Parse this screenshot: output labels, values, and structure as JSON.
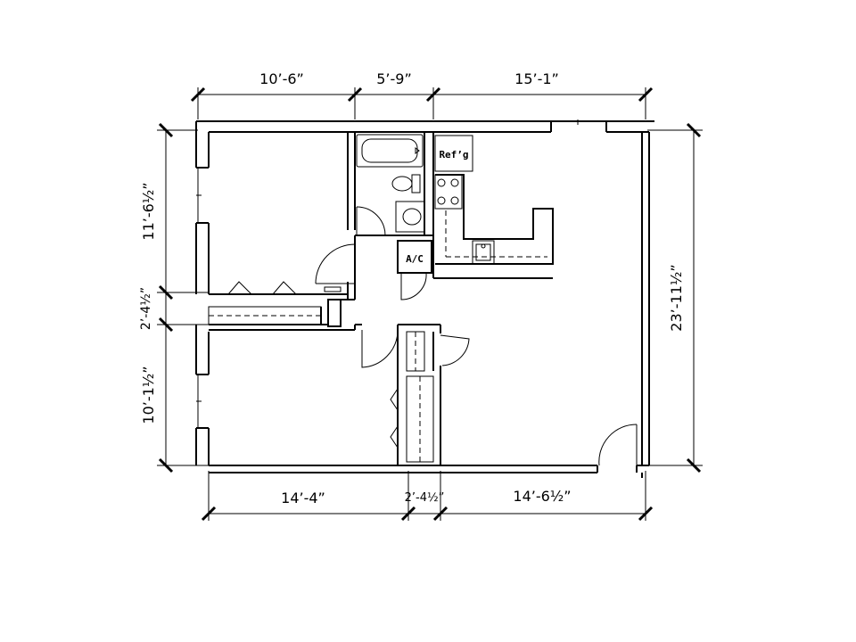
{
  "dimensions": {
    "top": [
      "10’-6”",
      "5’-9”",
      "15’-1”"
    ],
    "bottom": [
      "14’-4”",
      "2’-4½”",
      "14’-6½”"
    ],
    "left": [
      "11’-6½”",
      "2’-4½”",
      "10’-1½”"
    ],
    "right": [
      "23’-11½”"
    ]
  },
  "labels": {
    "refrigerator": "Ref’g",
    "ac": "A/C"
  }
}
